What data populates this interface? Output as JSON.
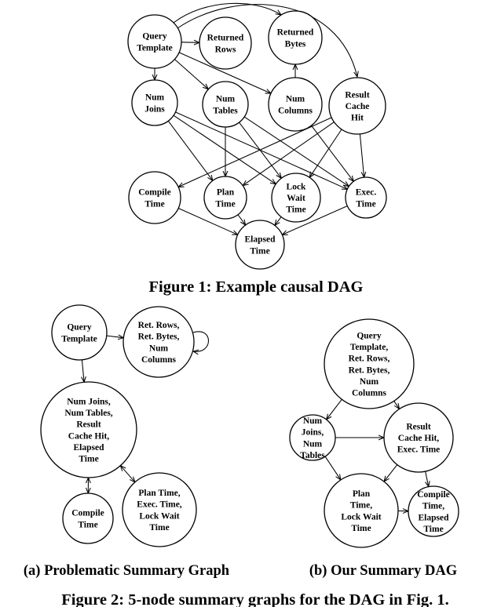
{
  "figure1": {
    "caption": "Figure 1: Example causal DAG",
    "nodes": [
      {
        "id": "qt",
        "lines": [
          "Query",
          "Template"
        ]
      },
      {
        "id": "rr",
        "lines": [
          "Returned",
          "Rows"
        ]
      },
      {
        "id": "rb",
        "lines": [
          "Returned",
          "Bytes"
        ]
      },
      {
        "id": "nj",
        "lines": [
          "Num",
          "Joins"
        ]
      },
      {
        "id": "nt",
        "lines": [
          "Num",
          "Tables"
        ]
      },
      {
        "id": "nc",
        "lines": [
          "Num",
          "Columns"
        ]
      },
      {
        "id": "rch",
        "lines": [
          "Result",
          "Cache",
          "Hit"
        ]
      },
      {
        "id": "ct",
        "lines": [
          "Compile",
          "Time"
        ]
      },
      {
        "id": "pt",
        "lines": [
          "Plan",
          "Time"
        ]
      },
      {
        "id": "lwt",
        "lines": [
          "Lock",
          "Wait",
          "Time"
        ]
      },
      {
        "id": "et",
        "lines": [
          "Exec.",
          "Time"
        ]
      },
      {
        "id": "el",
        "lines": [
          "Elapsed",
          "Time"
        ]
      }
    ],
    "edges": [
      [
        "qt",
        "rr"
      ],
      [
        "qt",
        "rb"
      ],
      [
        "qt",
        "rch"
      ],
      [
        "qt",
        "nj"
      ],
      [
        "qt",
        "nt"
      ],
      [
        "qt",
        "nc"
      ],
      [
        "nc",
        "rb"
      ],
      [
        "nj",
        "pt"
      ],
      [
        "nj",
        "lwt"
      ],
      [
        "nj",
        "et"
      ],
      [
        "nt",
        "pt"
      ],
      [
        "nt",
        "lwt"
      ],
      [
        "nt",
        "et"
      ],
      [
        "nc",
        "et"
      ],
      [
        "rch",
        "ct"
      ],
      [
        "rch",
        "pt"
      ],
      [
        "rch",
        "lwt"
      ],
      [
        "rch",
        "et"
      ],
      [
        "ct",
        "el"
      ],
      [
        "pt",
        "el"
      ],
      [
        "lwt",
        "el"
      ],
      [
        "et",
        "el"
      ]
    ]
  },
  "figure2": {
    "caption": "Figure 2: 5-node summary graphs for the DAG in Fig. 1.",
    "sub_a": {
      "caption": "(a) Problematic Summary Graph",
      "nodes": [
        {
          "id": "a_qt",
          "lines": [
            "Query",
            "Template"
          ]
        },
        {
          "id": "a_rr",
          "lines": [
            "Ret. Rows,",
            "Ret. Bytes,",
            "Num",
            "Columns"
          ]
        },
        {
          "id": "a_nj",
          "lines": [
            "Num Joins,",
            "Num Tables,",
            "Result",
            "Cache Hit,",
            "Elapsed",
            "Time"
          ]
        },
        {
          "id": "a_ct",
          "lines": [
            "Compile",
            "Time"
          ]
        },
        {
          "id": "a_pt",
          "lines": [
            "Plan Time,",
            "Exec. Time,",
            "Lock Wait",
            "Time"
          ]
        }
      ]
    },
    "sub_b": {
      "caption": "(b) Our Summary DAG",
      "nodes": [
        {
          "id": "b_qt",
          "lines": [
            "Query",
            "Template,",
            "Ret. Rows,",
            "Ret. Bytes,",
            "Num",
            "Columns"
          ]
        },
        {
          "id": "b_nj",
          "lines": [
            "Num",
            "Joins,",
            "Num",
            "Tables"
          ]
        },
        {
          "id": "b_rc",
          "lines": [
            "Result",
            "Cache Hit,",
            "Exec. Time"
          ]
        },
        {
          "id": "b_pt",
          "lines": [
            "Plan",
            "Time,",
            "Lock Wait",
            "Time"
          ]
        },
        {
          "id": "b_ct",
          "lines": [
            "Compile",
            "Time,",
            "Elapsed",
            "Time"
          ]
        }
      ]
    }
  }
}
